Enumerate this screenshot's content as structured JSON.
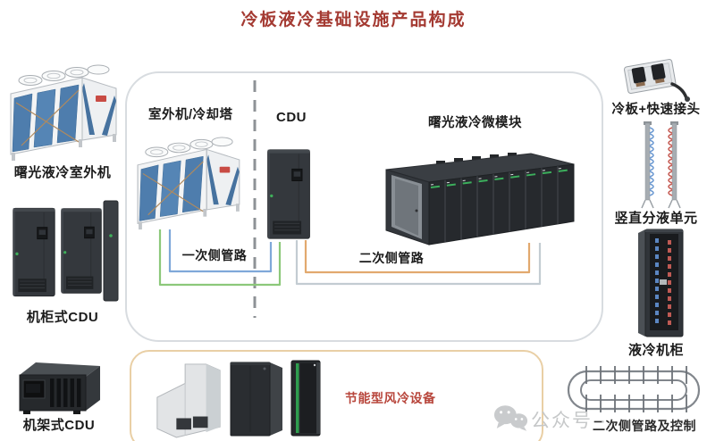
{
  "title": "冷板液冷基础设施产品构成",
  "left_column": {
    "outdoor_label": "曙光液冷室外机",
    "cabinet_cdu_label": "机柜式CDU",
    "rack_cdu_label": "机架式CDU"
  },
  "center_box": {
    "outdoor_section_label": "室外机/冷却塔",
    "cdu_section_label": "CDU",
    "module_section_label": "曙光液冷微模块",
    "primary_pipe_label": "一次侧管路",
    "secondary_pipe_label": "二次侧管路"
  },
  "right_column": {
    "cold_plate_label": "冷板+快速接头",
    "manifold_label": "竖直分液单元",
    "cabinet_label": "液冷机柜",
    "ring_label": "二次侧管路及控制"
  },
  "bottom_box": {
    "label": "节能型风冷设备"
  },
  "watermark": {
    "text": "公众号 ·"
  },
  "colors": {
    "title_red": "#a43a32",
    "pipe_primary_blue": "#7fa8d9",
    "pipe_primary_green": "#8cc87a",
    "pipe_secondary_orange": "#e2a96e",
    "pipe_secondary_gray": "#c3ccd2",
    "divider_gray": "#8e9296",
    "center_box_border": "#d8dce0",
    "bottom_box_border": "#e9cfa5"
  }
}
